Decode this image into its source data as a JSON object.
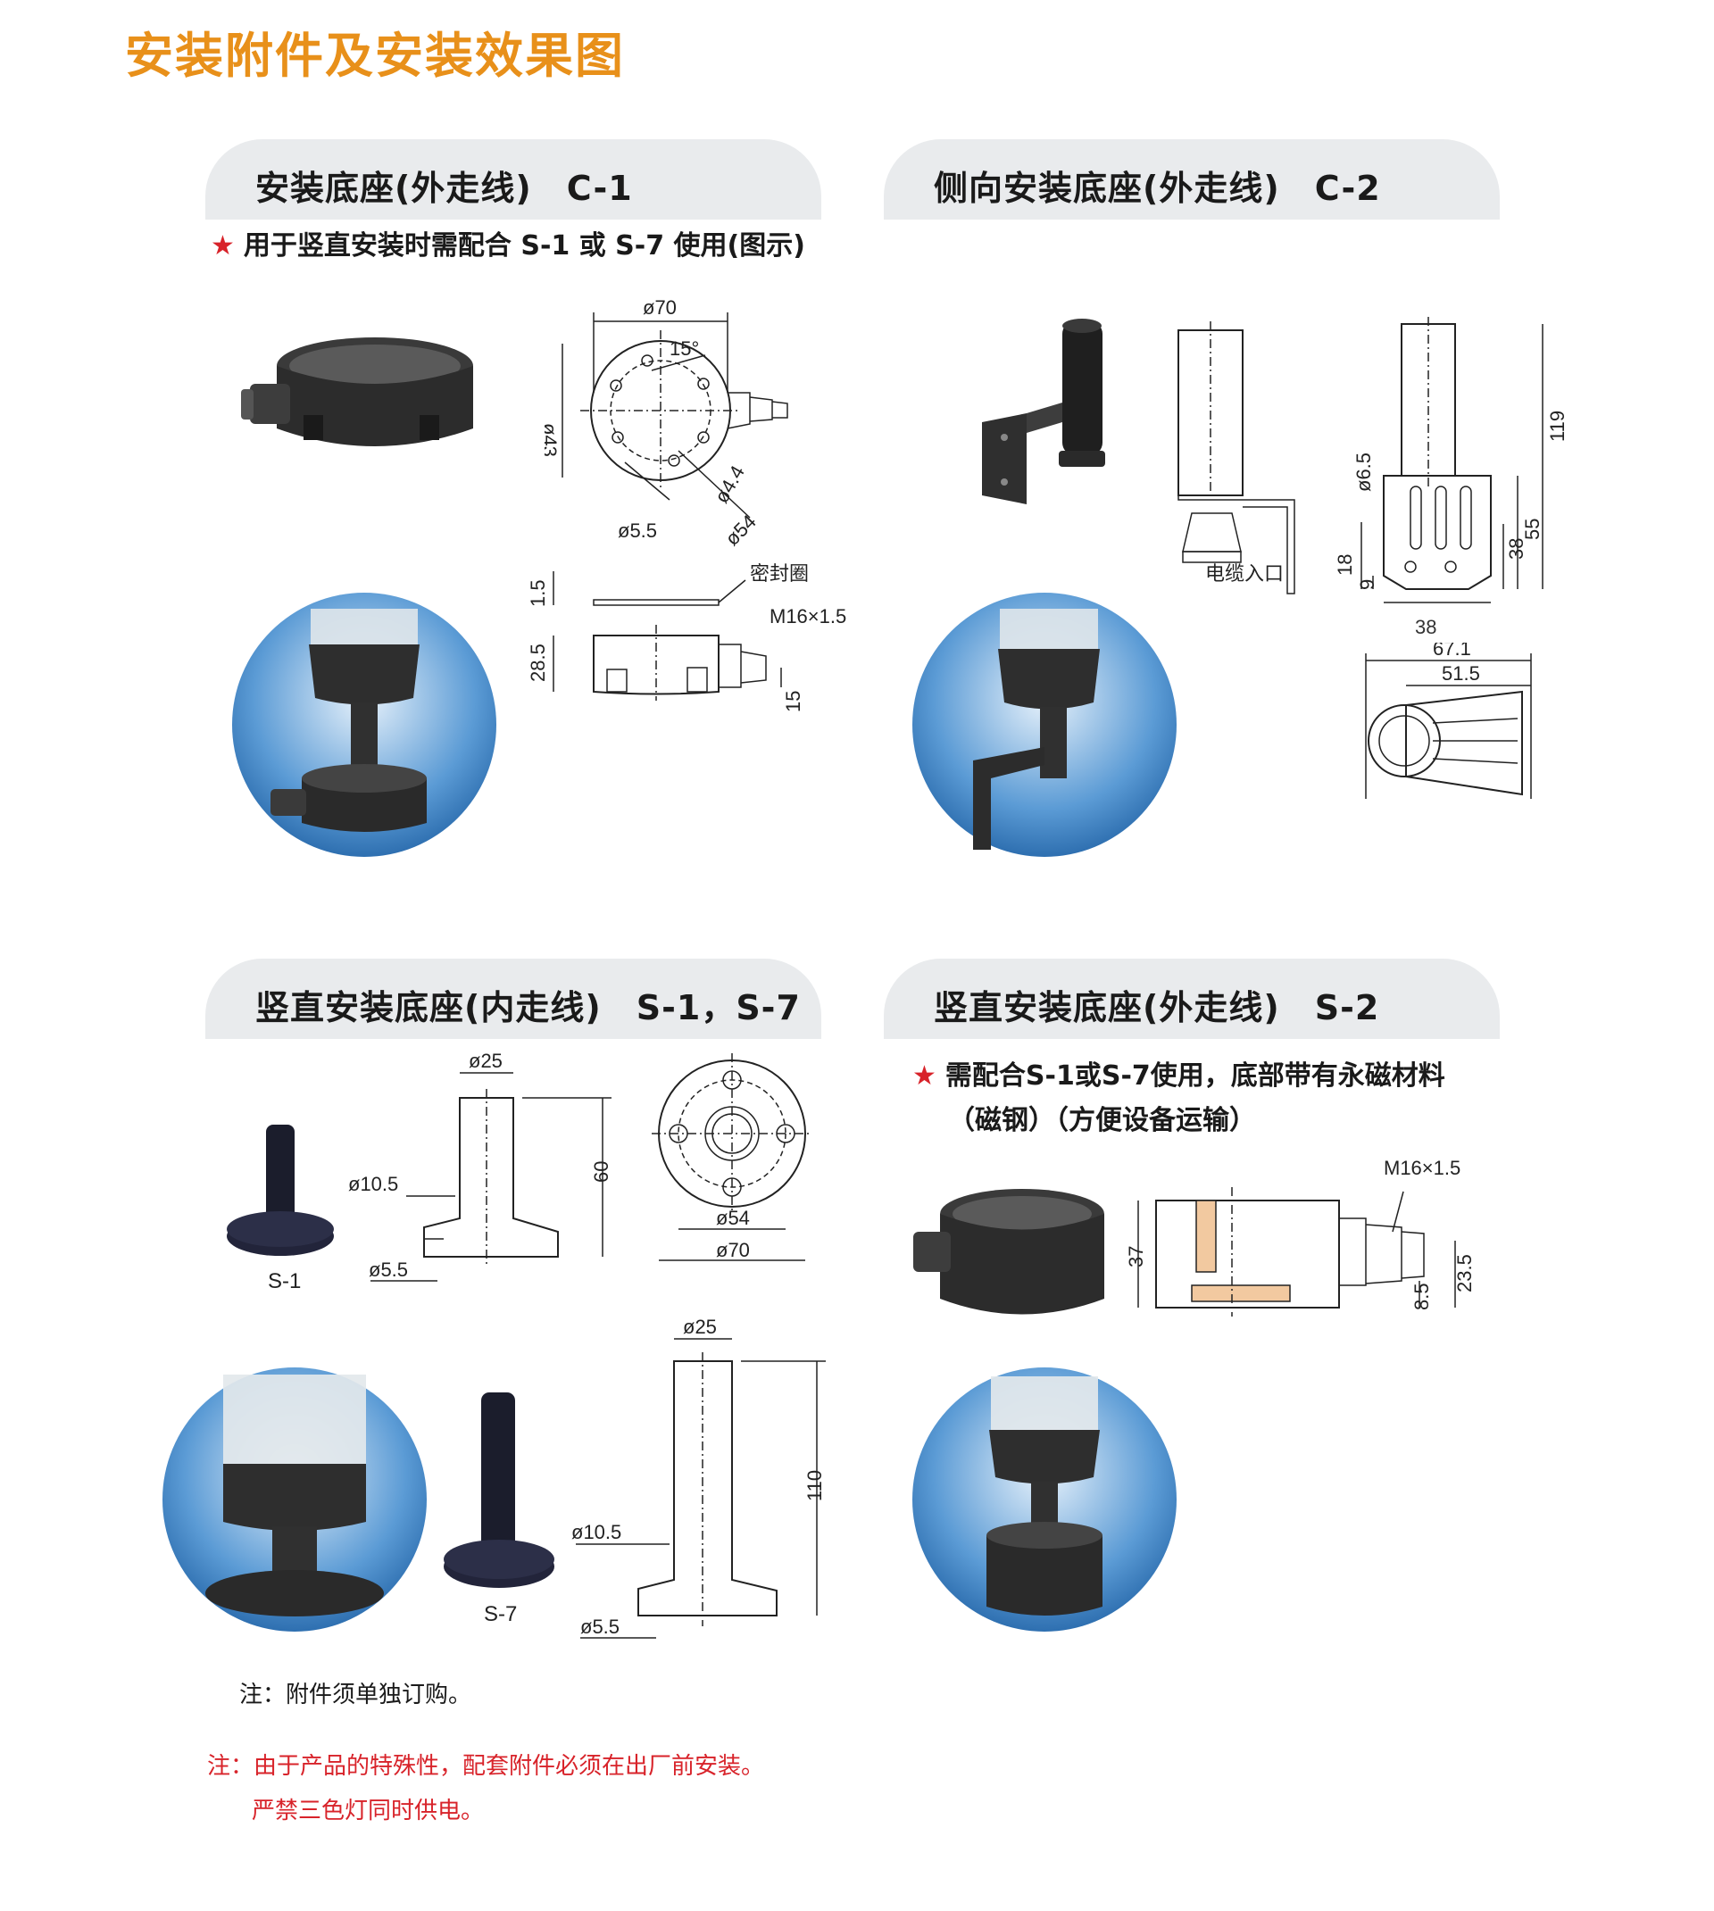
{
  "page": {
    "title": "安装附件及安装效果图"
  },
  "sections": {
    "c1": {
      "title": "安装底座(外走线)　C-1",
      "note": "用于竖直安装时需配合 S-1 或 S-7 使用(图示)",
      "dims": {
        "d70": "ø70",
        "angle": "15°",
        "d43": "ø43",
        "d44": "ø4.4",
        "d55": "ø5.5",
        "d54": "ø54",
        "h15": "1.5",
        "seal": "密封圈",
        "thread": "M16×1.5",
        "h285": "28.5",
        "h15b": "15"
      }
    },
    "c2": {
      "title": "侧向安装底座(外走线)　C-2",
      "dims": {
        "d65": "ø6.5",
        "h119": "119",
        "h55": "55",
        "h38": "38",
        "h18": "18",
        "h9": "9",
        "w38": "38",
        "w671": "67.1",
        "w515": "51.5",
        "cable": "电缆入口"
      }
    },
    "s1s7": {
      "title": "竖直安装底座(内走线)　S-1，S-7",
      "dims": {
        "d25": "ø25",
        "d105": "ø10.5",
        "h60": "60",
        "d55": "ø5.5",
        "d54": "ø54",
        "d70": "ø70",
        "d25b": "ø25",
        "h110": "110",
        "d105b": "ø10.5",
        "d55b": "ø5.5"
      },
      "captions": {
        "s1": "S-1",
        "s7": "S-7"
      }
    },
    "s2": {
      "title": "竖直安装底座(外走线)　S-2",
      "note_line1": "需配合S-1或S-7使用，底部带有永磁材料",
      "note_line2": "（磁钢）（方便设备运输）",
      "dims": {
        "thread": "M16×1.5",
        "h37": "37",
        "h85": "8.5",
        "h235": "23.5"
      }
    }
  },
  "footer": {
    "order_note": "注：附件须单独订购。",
    "red_line1": "注：由于产品的特殊性，配套附件必须在出厂前安装。",
    "red_line2": "严禁三色灯同时供电。"
  },
  "colors": {
    "title": "#e8901a",
    "star": "#d8232a",
    "header_bg": "#e9ebed"
  }
}
